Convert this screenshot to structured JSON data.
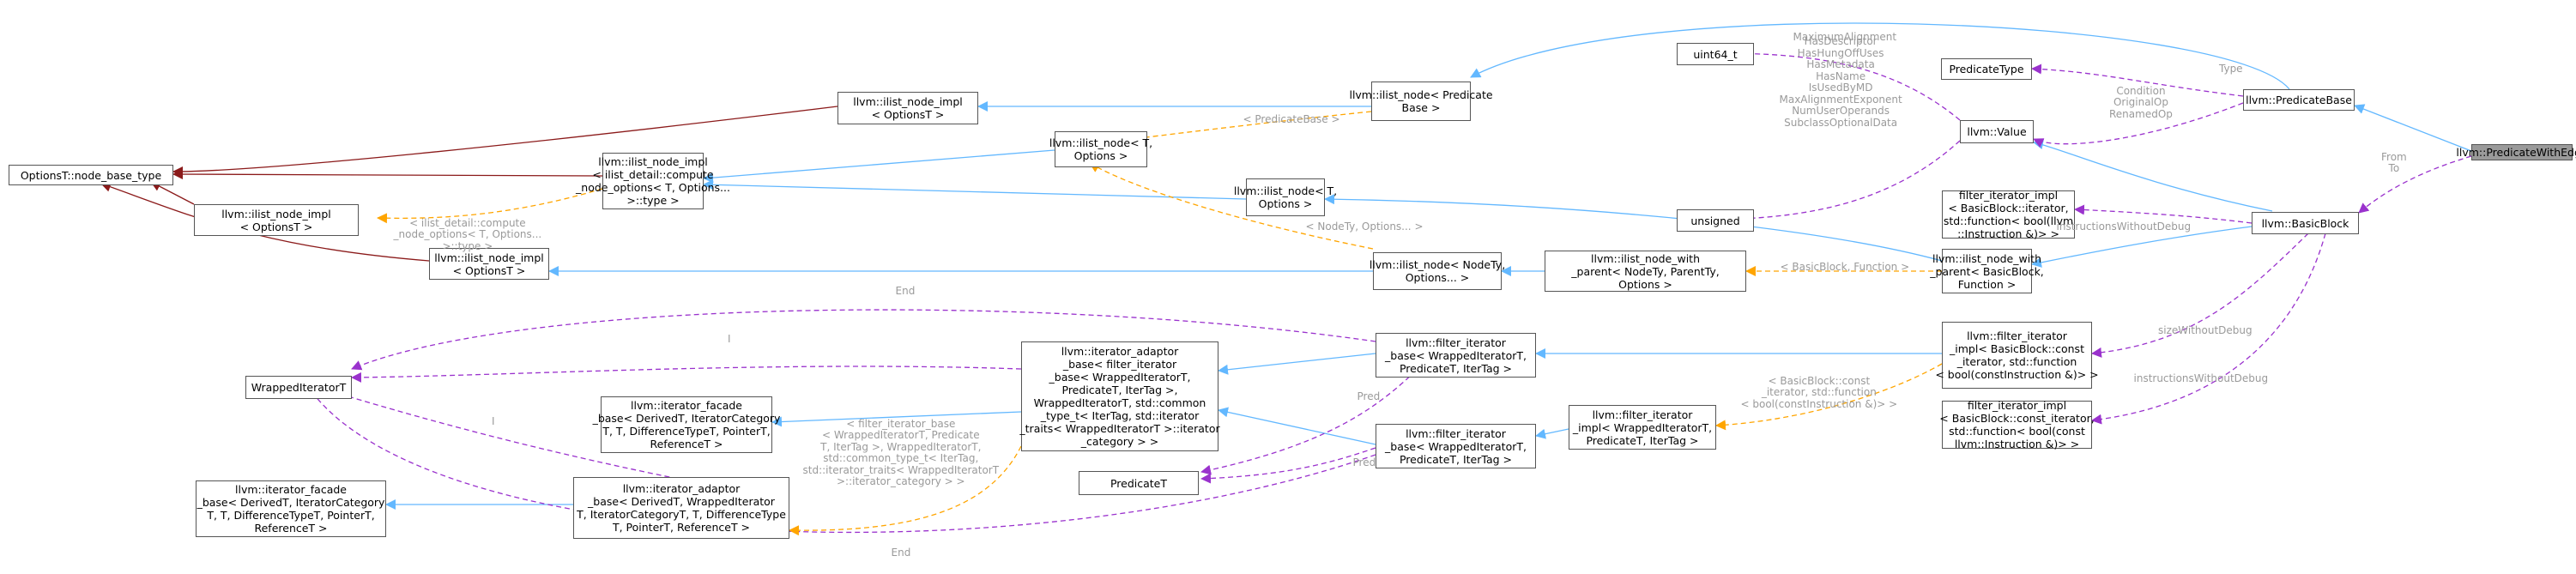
{
  "colors": {
    "inherit_public": "#63b8ff",
    "inherit_private": "#8b1a1a",
    "usage": "#9a32cd",
    "template": "#ffa500",
    "highlight_fill": "#9a9a9a",
    "node_border": "#555555",
    "label_text": "#9a9a9a"
  },
  "nodes": [
    {
      "id": "pwe",
      "lines": [
        "llvm::PredicateWithEdge"
      ],
      "highlight": true
    },
    {
      "id": "pbase",
      "lines": [
        "llvm::PredicateBase"
      ]
    },
    {
      "id": "ptype",
      "lines": [
        "PredicateType"
      ]
    },
    {
      "id": "uint64",
      "lines": [
        "uint64_t"
      ]
    },
    {
      "id": "unsigned",
      "lines": [
        "unsigned"
      ]
    },
    {
      "id": "value",
      "lines": [
        "llvm::Value"
      ]
    },
    {
      "id": "ilnode_pb",
      "lines": [
        "llvm::ilist_node< Predicate",
        "Base >"
      ]
    },
    {
      "id": "inimpl_top",
      "lines": [
        "llvm::ilist_node_impl",
        "< OptionsT >"
      ]
    },
    {
      "id": "onbt",
      "lines": [
        "OptionsT::node_base_type"
      ]
    },
    {
      "id": "ilnode_to",
      "lines": [
        "llvm::ilist_node< T,",
        "Options >"
      ]
    },
    {
      "id": "inimpl_mid",
      "lines": [
        "llvm::ilist_node_impl",
        "< ilist_detail::compute",
        "_node_options< T, Options...",
        ">::type >"
      ]
    },
    {
      "id": "inimpl_left",
      "lines": [
        "llvm::ilist_node_impl",
        "< OptionsT >"
      ]
    },
    {
      "id": "ilnode_to2",
      "lines": [
        "llvm::ilist_node< T,",
        "Options >"
      ]
    },
    {
      "id": "inimpl_low",
      "lines": [
        "llvm::ilist_node_impl",
        "< OptionsT >"
      ]
    },
    {
      "id": "ilnode_nt",
      "lines": [
        "llvm::ilist_node< NodeTy,",
        "Options... >"
      ]
    },
    {
      "id": "inwp_nt",
      "lines": [
        "llvm::ilist_node_with",
        "_parent< NodeTy, ParentTy,",
        "Options >"
      ]
    },
    {
      "id": "inwp_bb",
      "lines": [
        "llvm::ilist_node_with",
        "_parent< BasicBlock,",
        "Function >"
      ]
    },
    {
      "id": "bb",
      "lines": [
        "llvm::BasicBlock"
      ]
    },
    {
      "id": "fii_inst",
      "lines": [
        "filter_iterator_impl",
        "< BasicBlock::iterator,",
        "std::function< bool(llvm",
        "::Instruction &)> >"
      ]
    },
    {
      "id": "fii_bb_const",
      "lines": [
        "llvm::filter_iterator",
        "_impl< BasicBlock::const",
        "_iterator, std::function",
        "< bool(constInstruction &)> >"
      ]
    },
    {
      "id": "fii_const_inst",
      "lines": [
        "filter_iterator_impl",
        "< BasicBlock::const_iterator,",
        "std::function< bool(const",
        "llvm::Instruction &)> >"
      ]
    },
    {
      "id": "fib_top",
      "lines": [
        "llvm::filter_iterator",
        "_base< WrappedIteratorT,",
        "PredicateT, IterTag >"
      ]
    },
    {
      "id": "fib_bot",
      "lines": [
        "llvm::filter_iterator",
        "_base< WrappedIteratorT,",
        "PredicateT, IterTag >"
      ]
    },
    {
      "id": "fii_gen",
      "lines": [
        "llvm::filter_iterator",
        "_impl< WrappedIteratorT,",
        "PredicateT, IterTag >"
      ]
    },
    {
      "id": "iab_big",
      "lines": [
        "llvm::iterator_adaptor",
        "_base< filter_iterator",
        "_base< WrappedIteratorT,",
        "PredicateT, IterTag >,",
        "WrappedIteratorT, std::common",
        "_type_t< IterTag, std::iterator",
        "_traits< WrappedIteratorT >::iterator",
        "_category > >"
      ]
    },
    {
      "id": "predT",
      "lines": [
        "PredicateT"
      ]
    },
    {
      "id": "wrapT",
      "lines": [
        "WrappedIteratorT"
      ]
    },
    {
      "id": "ifb_top",
      "lines": [
        "llvm::iterator_facade",
        "_base< DerivedT, IteratorCategory",
        "T, T, DifferenceTypeT, PointerT,",
        "ReferenceT >"
      ]
    },
    {
      "id": "ifb_bot",
      "lines": [
        "llvm::iterator_facade",
        "_base< DerivedT, IteratorCategory",
        "T, T, DifferenceTypeT, PointerT,",
        "ReferenceT >"
      ]
    },
    {
      "id": "iab_gen",
      "lines": [
        "llvm::iterator_adaptor",
        "_base< DerivedT, WrappedIterator",
        "T, IteratorCategoryT, T, DifferenceType",
        "T, PointerT, ReferenceT >"
      ]
    }
  ],
  "edge_labels": [
    {
      "id": "lbl_maxalign",
      "lines": [
        "MaximumAlignment"
      ]
    },
    {
      "id": "lbl_type",
      "lines": [
        "Type"
      ]
    },
    {
      "id": "lbl_cond",
      "lines": [
        "Condition",
        "OriginalOp",
        "RenamedOp"
      ]
    },
    {
      "id": "lbl_from",
      "lines": [
        "From",
        "To"
      ]
    },
    {
      "id": "lbl_bits",
      "lines": [
        "HasDescriptor",
        "HasHungOffUses",
        "HasMetadata",
        "HasName",
        "IsUsedByMD",
        "MaxAlignmentExponent",
        "NumUserOperands",
        "SubclassOptionalData"
      ]
    },
    {
      "id": "lbl_pbase",
      "lines": [
        "< PredicateBase >"
      ]
    },
    {
      "id": "lbl_compute",
      "lines": [
        "< ilist_detail::compute",
        "_node_options< T, Options...",
        ">::type >"
      ]
    },
    {
      "id": "lbl_nodety",
      "lines": [
        "< NodeTy, Options... >"
      ]
    },
    {
      "id": "lbl_bbfunc",
      "lines": [
        "< BasicBlock, Function >"
      ]
    },
    {
      "id": "lbl_iwd1",
      "lines": [
        "instructionsWithoutDebug"
      ]
    },
    {
      "id": "lbl_sizewd",
      "lines": [
        "sizeWithoutDebug"
      ]
    },
    {
      "id": "lbl_iwd2",
      "lines": [
        "instructionsWithoutDebug"
      ]
    },
    {
      "id": "lbl_bbconst",
      "lines": [
        "< BasicBlock::const",
        "_iterator, std::function",
        "< bool(constInstruction &)> >"
      ]
    },
    {
      "id": "lbl_end_top",
      "lines": [
        "End"
      ]
    },
    {
      "id": "lbl_end_bot",
      "lines": [
        "End"
      ]
    },
    {
      "id": "lbl_i_mid",
      "lines": [
        "I"
      ]
    },
    {
      "id": "lbl_i_left",
      "lines": [
        "I"
      ]
    },
    {
      "id": "lbl_pred1",
      "lines": [
        "Pred"
      ]
    },
    {
      "id": "lbl_pred2",
      "lines": [
        "Pred"
      ]
    },
    {
      "id": "lbl_fibase",
      "lines": [
        "< filter_iterator_base",
        "< WrappedIteratorT, Predicate",
        "T, IterTag >, WrappedIteratorT,",
        "std::common_type_t< IterTag,",
        "std::iterator_traits< WrappedIteratorT",
        ">::iterator_category > >"
      ]
    }
  ]
}
